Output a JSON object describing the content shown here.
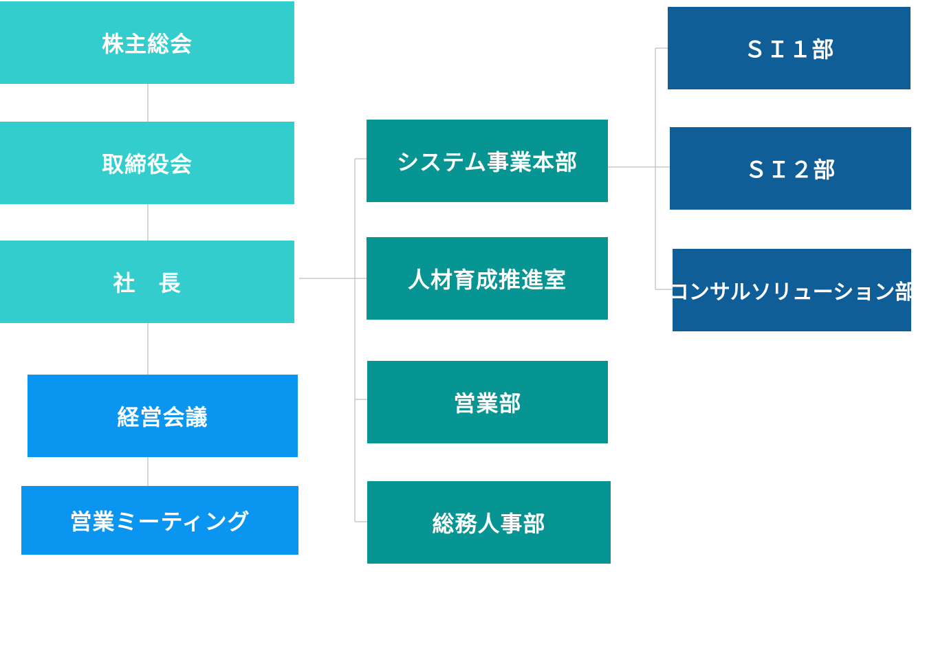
{
  "org_chart": {
    "shareholders": "株主総会",
    "board": "取締役会",
    "president": "社　長",
    "management_meeting": "経営会議",
    "sales_meeting": "営業ミーティング",
    "departments": {
      "system": "システム事業本部",
      "hr_development": "人材育成推進室",
      "sales": "営業部",
      "general_affairs": "総務人事部"
    },
    "system_divisions": {
      "si1": "ＳＩ１部",
      "si2": "ＳＩ２部",
      "consulting": "コンサルソリューション部"
    }
  },
  "colors": {
    "executive": "#33cdcd",
    "meeting": "#0a96f0",
    "department": "#079593",
    "division": "#0f5e97",
    "connector": "#c8c8c8"
  }
}
